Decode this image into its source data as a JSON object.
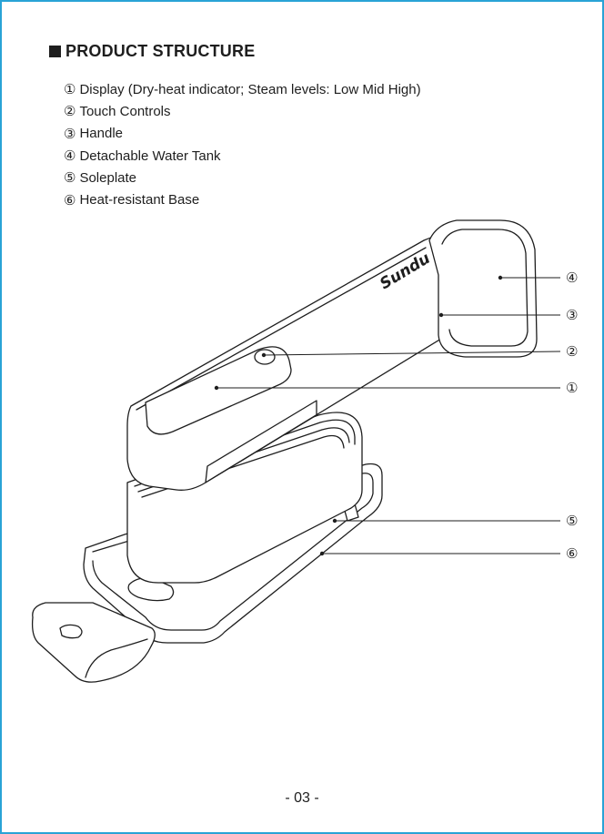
{
  "heading": {
    "title": "PRODUCT STRUCTURE"
  },
  "parts": [
    {
      "num": "①",
      "label": "Display (Dry-heat indicator; Steam levels: Low Mid High)"
    },
    {
      "num": "②",
      "label": "Touch Controls"
    },
    {
      "num": "③",
      "label": "Handle"
    },
    {
      "num": "④",
      "label": "Detachable Water Tank"
    },
    {
      "num": "⑤",
      "label": "Soleplate"
    },
    {
      "num": "⑥",
      "label": "Heat-resistant Base"
    }
  ],
  "drawing": {
    "brand": "Sundu",
    "callouts": [
      "④",
      "③",
      "②",
      "①",
      "⑤",
      "⑥"
    ]
  },
  "footer": {
    "page_number": "- 03 -"
  },
  "colors": {
    "frame": "#29a3d6",
    "ink": "#1e1e1e"
  }
}
